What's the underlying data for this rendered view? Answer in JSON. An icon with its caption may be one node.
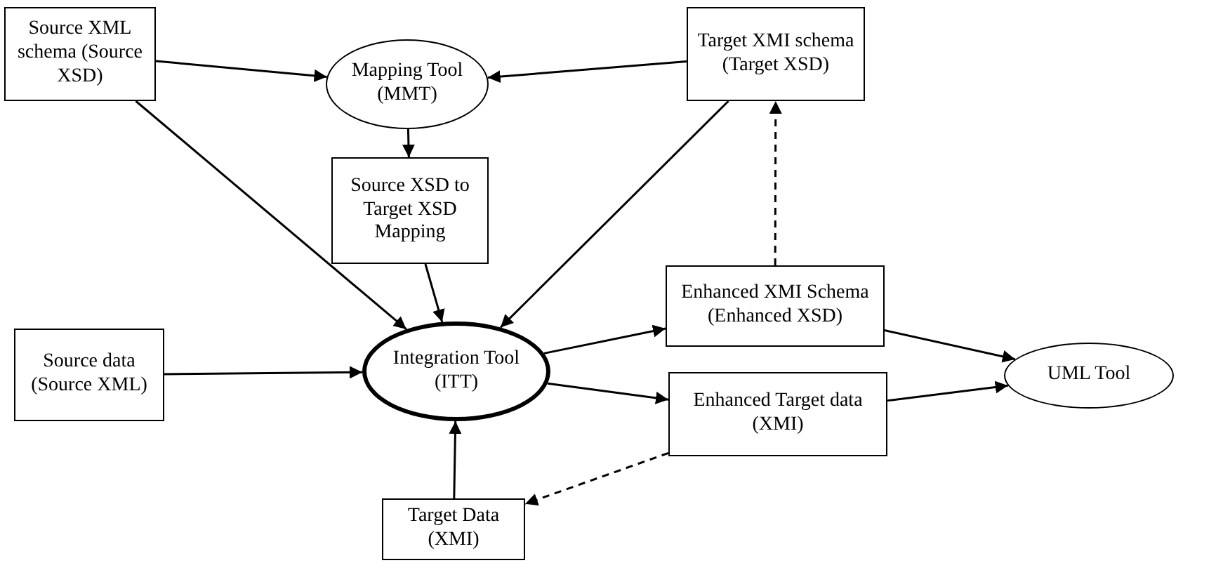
{
  "diagram": {
    "nodes": [
      {
        "text": [
          "Source XML schema (Source XSD)"
        ]
      },
      {
        "text": [
          "Mapping Tool (MMT)"
        ]
      },
      {
        "text": [
          "Target XMI schema (Target XSD)"
        ]
      },
      {
        "text": [
          "Source XSD to Target XSD Mapping"
        ]
      },
      {
        "text": [
          "Enhanced XMI Schema (Enhanced XSD)"
        ]
      },
      {
        "text": [
          "Source data (Source XML)"
        ]
      },
      {
        "text": [
          "Integration Tool (ITT)"
        ]
      },
      {
        "text": [
          "UML Tool"
        ]
      },
      {
        "text": [
          "Enhanced Target data (XMI)"
        ]
      },
      {
        "text": [
          "Target Data (XMI)"
        ]
      }
    ],
    "edges": [
      {
        "from": 0,
        "to": 1,
        "arrow": "to"
      },
      {
        "from": 2,
        "to": 1,
        "arrow": "to"
      },
      {
        "from": 1,
        "to": 3,
        "arrow": "to"
      },
      {
        "from": 0,
        "to": 6,
        "arrow": "to"
      },
      {
        "from": 2,
        "to": 6,
        "arrow": "to"
      },
      {
        "from": 3,
        "to": 6,
        "arrow": "to"
      },
      {
        "from": 5,
        "to": 6,
        "arrow": "to"
      },
      {
        "from": 9,
        "to": 6,
        "arrow": "to"
      },
      {
        "from": 6,
        "to": 4,
        "arrow": "to"
      },
      {
        "from": 6,
        "to": 8,
        "arrow": "to"
      },
      {
        "from": 4,
        "to": 7,
        "arrow": "to"
      },
      {
        "from": 8,
        "to": 7,
        "arrow": "to"
      },
      {
        "from": 4,
        "to": 2,
        "arrow": "to",
        "style": "dashed"
      },
      {
        "from": 8,
        "to": 9,
        "arrow": "to",
        "style": "dashed"
      }
    ]
  }
}
